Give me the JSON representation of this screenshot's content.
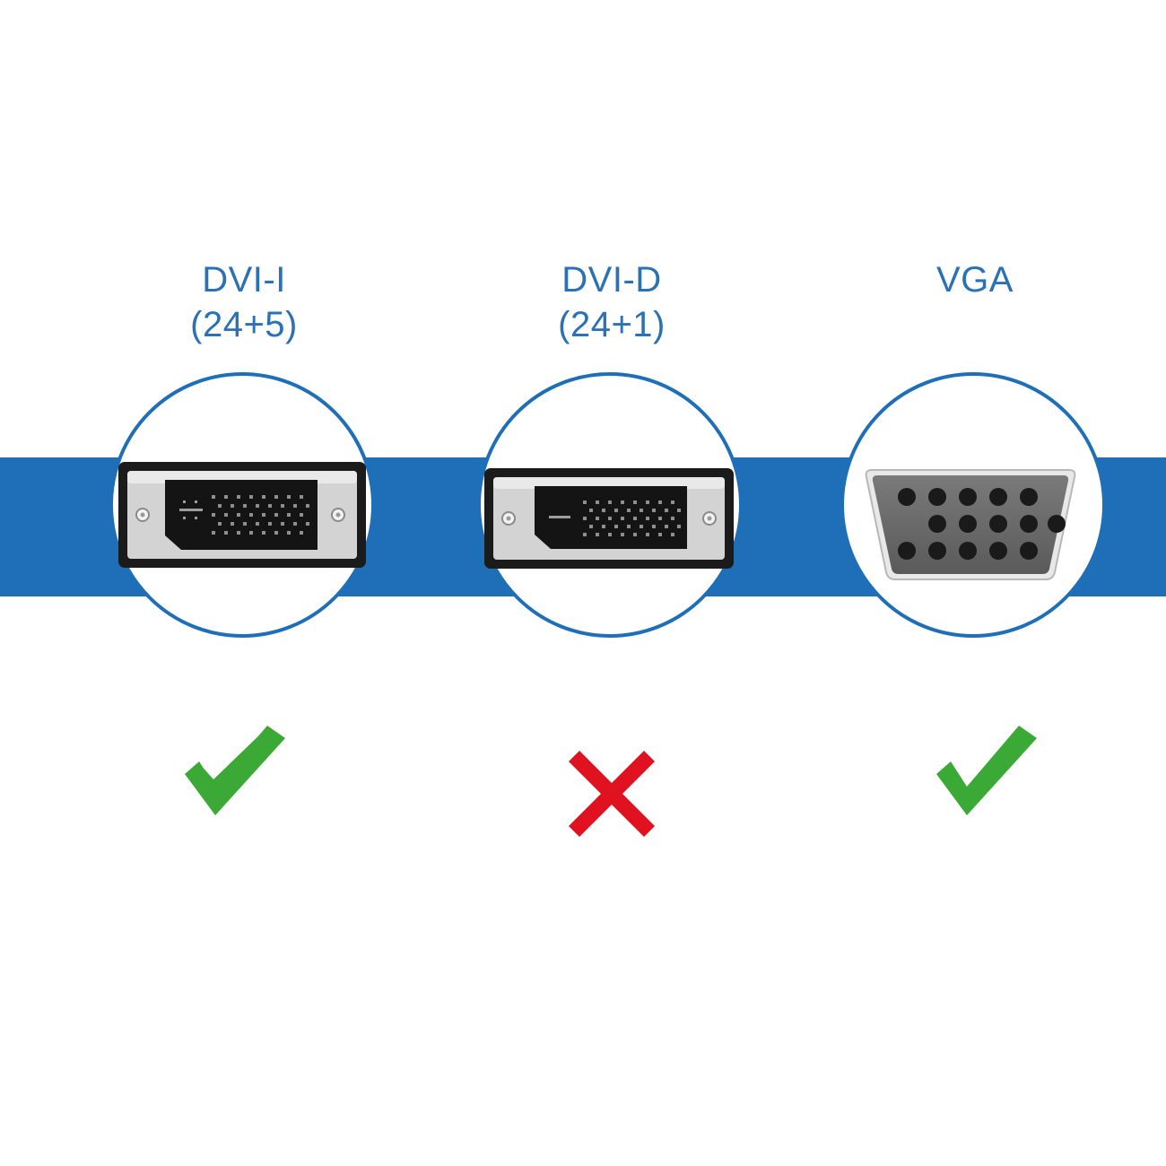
{
  "colors": {
    "brand_blue": "#1f6fb8",
    "label_blue": "#2a72b5",
    "check_green": "#3aa935",
    "cross_red": "#e0121f",
    "connector_black": "#1b1b1b",
    "metal_gray": "#c9c9c9",
    "vga_gray": "#6b6b6b"
  },
  "connectors": [
    {
      "name_line1": "DVI-I",
      "name_line2": "(24+5)",
      "connector_icon": "dvi-i-connector-icon",
      "compatible": true,
      "status_icon": "check-icon"
    },
    {
      "name_line1": "DVI-D",
      "name_line2": "(24+1)",
      "connector_icon": "dvi-d-connector-icon",
      "compatible": false,
      "status_icon": "cross-icon"
    },
    {
      "name_line1": "VGA",
      "name_line2": "",
      "connector_icon": "vga-connector-icon",
      "compatible": true,
      "status_icon": "check-icon"
    }
  ]
}
